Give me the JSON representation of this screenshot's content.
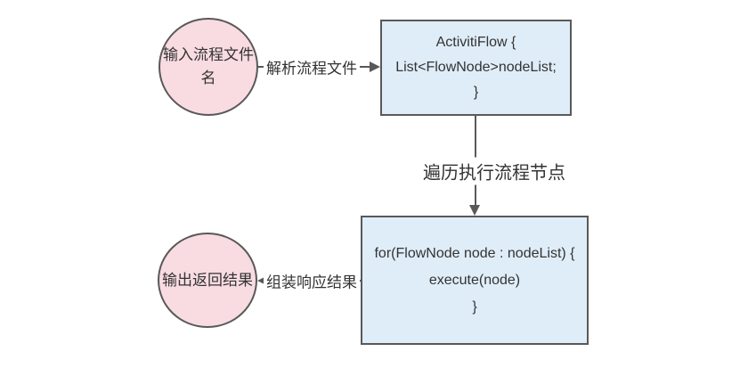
{
  "diagram": {
    "background_color": "#ffffff",
    "palette": {
      "ellipse_fill": "#f9dce1",
      "ellipse_stroke": "#595959",
      "box_fill": "#dfedf8",
      "box_stroke": "#595959",
      "edge_color": "#595959",
      "text_color": "#333333"
    },
    "nodes": {
      "input": {
        "type": "ellipse",
        "label": "输入流程文件名"
      },
      "parse": {
        "type": "rect",
        "lines": [
          "ActivitiFlow {",
          "List<FlowNode>nodeList;",
          "}"
        ]
      },
      "execute": {
        "type": "rect",
        "lines": [
          "for(FlowNode node : nodeList) {",
          "execute(node)",
          "}"
        ]
      },
      "output": {
        "type": "ellipse",
        "label": "输出返回结果"
      }
    },
    "edges": {
      "parse_file": {
        "label": "解析流程文件",
        "from": "input",
        "to": "parse",
        "direction": "right"
      },
      "iterate_nodes": {
        "label": "遍历执行流程节点",
        "from": "parse",
        "to": "execute",
        "direction": "down"
      },
      "assemble_result": {
        "label": "组装响应结果",
        "from": "execute",
        "to": "output",
        "direction": "left"
      }
    }
  }
}
